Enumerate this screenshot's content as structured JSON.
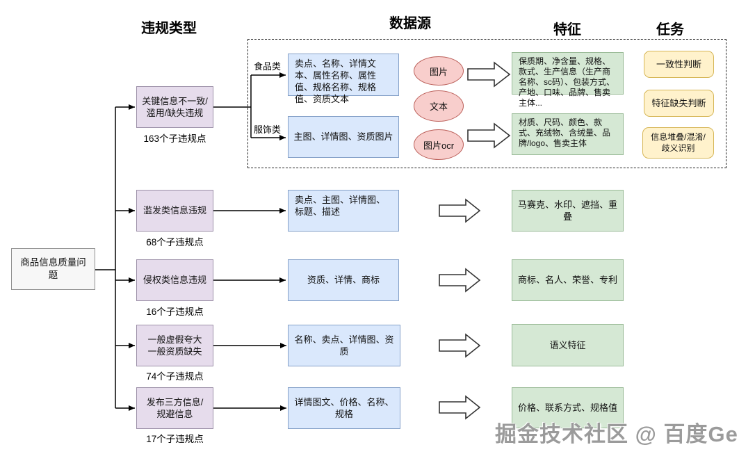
{
  "headers": {
    "violation_type": "违规类型",
    "data_source": "数据源",
    "feature": "特征",
    "task": "任务"
  },
  "root": {
    "label": "商品信息质量问题"
  },
  "branches": {
    "food": "食品类",
    "apparel": "服饰类"
  },
  "modalities": [
    "图片",
    "文本",
    "图片ocr"
  ],
  "tasks": [
    "一致性判断",
    "特征缺失判断",
    "信息堆叠/混淆/歧义识别"
  ],
  "rows": [
    {
      "violation": "关键信息不一致/滥用/缺失违规",
      "count": "163个子违规点",
      "food_source": "卖点、名称、详情文本、属性名称、属性值、规格名称、规格值、资质文本",
      "apparel_source": "主图、详情图、资质图片",
      "food_feature": "保质期、净含量、规格、款式、生产信息（生产商名称、sc码）、包装方式、产地、口味、品牌、售卖主体...",
      "apparel_feature": "材质、尺码、颜色、款式、充绒物、含绒量、品牌/logo、售卖主体"
    },
    {
      "violation": "滥发类信息违规",
      "count": "68个子违规点",
      "source": "卖点、主图、详情图、标题、描述",
      "feature": "马赛克、水印、遮挡、重叠"
    },
    {
      "violation": "侵权类信息违规",
      "count": "16个子违规点",
      "source": "资质、详情、商标",
      "feature": "商标、名人、荣誉、专利"
    },
    {
      "violation": "一般虚假夸大\n一般资质缺失",
      "count": "74个子违规点",
      "source": "名称、卖点、详情图、资质",
      "feature": "语义特征"
    },
    {
      "violation": "发布三方信息/\n规避信息",
      "count": "17个子违规点",
      "source": "详情图文、价格、名称、规格",
      "feature": "价格、联系方式、规格值"
    }
  ],
  "watermark": "掘金技术社区 @ 百度Geek说",
  "colors": {
    "violation_fill": "#E6DCEC",
    "source_fill": "#DAE8FC",
    "feature_fill": "#D5E8D4",
    "modality_fill": "#F8CECC",
    "task_fill": "#FFF2CC",
    "line": "#000000"
  }
}
